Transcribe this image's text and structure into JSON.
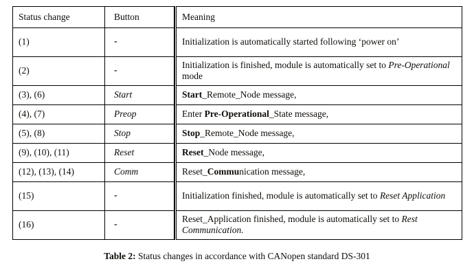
{
  "table": {
    "headers": [
      "Status change",
      "Button",
      "Meaning"
    ],
    "rows": [
      {
        "status": "(1)",
        "button": "-",
        "meaning_parts": [
          {
            "text": "Initialization is automatically started following ‘power on’",
            "style": "normal"
          }
        ]
      },
      {
        "status": "(2)",
        "button": "-",
        "meaning_parts": [
          {
            "text": "Initialization is finished, module is automatically set to ",
            "style": "normal"
          },
          {
            "text": "Pre-Operational",
            "style": "italic"
          },
          {
            "text": " mode",
            "style": "normal"
          }
        ]
      },
      {
        "status": "(3), (6)",
        "button": "Start",
        "meaning_parts": [
          {
            "text": "Start",
            "style": "bold"
          },
          {
            "text": "_Remote_Node message,",
            "style": "normal"
          }
        ]
      },
      {
        "status": "(4), (7)",
        "button": "Preop",
        "meaning_parts": [
          {
            "text": "Enter ",
            "style": "normal"
          },
          {
            "text": "Pre-Operational",
            "style": "bold"
          },
          {
            "text": "_State message,",
            "style": "normal"
          }
        ]
      },
      {
        "status": "(5), (8)",
        "button": "Stop",
        "meaning_parts": [
          {
            "text": "Stop",
            "style": "bold"
          },
          {
            "text": "_Remote_Node message,",
            "style": "normal"
          }
        ]
      },
      {
        "status": "(9), (10), (11)",
        "button": "Reset",
        "meaning_parts": [
          {
            "text": "Reset",
            "style": "bold"
          },
          {
            "text": "_Node message,",
            "style": "normal"
          }
        ]
      },
      {
        "status": "(12), (13), (14)",
        "button": "Comm",
        "meaning_parts": [
          {
            "text": "Reset_",
            "style": "normal"
          },
          {
            "text": "Commu",
            "style": "bold"
          },
          {
            "text": "nication message,",
            "style": "normal"
          }
        ]
      },
      {
        "status": "(15)",
        "button": "-",
        "meaning_parts": [
          {
            "text": "Initialization finished, module is automatically set to ",
            "style": "normal"
          },
          {
            "text": "Reset Application",
            "style": "italic"
          }
        ]
      },
      {
        "status": "(16)",
        "button": "-",
        "meaning_parts": [
          {
            "text": "Reset_Application finished, module is automatically set to ",
            "style": "normal"
          },
          {
            "text": "Rest Communication",
            "style": "italic"
          },
          {
            "text": ".",
            "style": "italic"
          }
        ]
      }
    ]
  },
  "caption": {
    "label": "Table 2:",
    "text": " Status changes in accordance with CANopen standard DS-301"
  },
  "colors": {
    "text": "#100c08",
    "border": "#000000",
    "background": "#ffffff"
  }
}
